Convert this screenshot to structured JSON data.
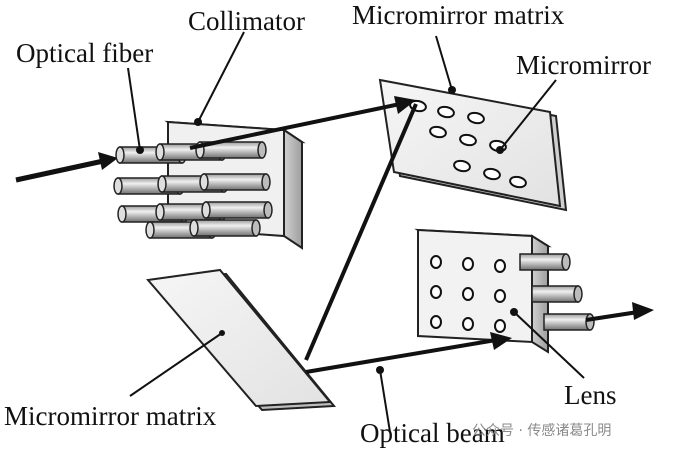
{
  "labels": {
    "optical_fiber": "Optical fiber",
    "collimator": "Collimator",
    "micromirror_matrix_top": "Micromirror matrix",
    "micromirror": "Micromirror",
    "micromirror_matrix_bottom": "Micromirror matrix",
    "lens": "Lens",
    "optical_beam": "Optical beam"
  },
  "watermark": "公众号 · 传感诸葛孔明",
  "colors": {
    "line": "#111111",
    "panel": "#f2f2f2",
    "panel_edge": "#222222"
  }
}
